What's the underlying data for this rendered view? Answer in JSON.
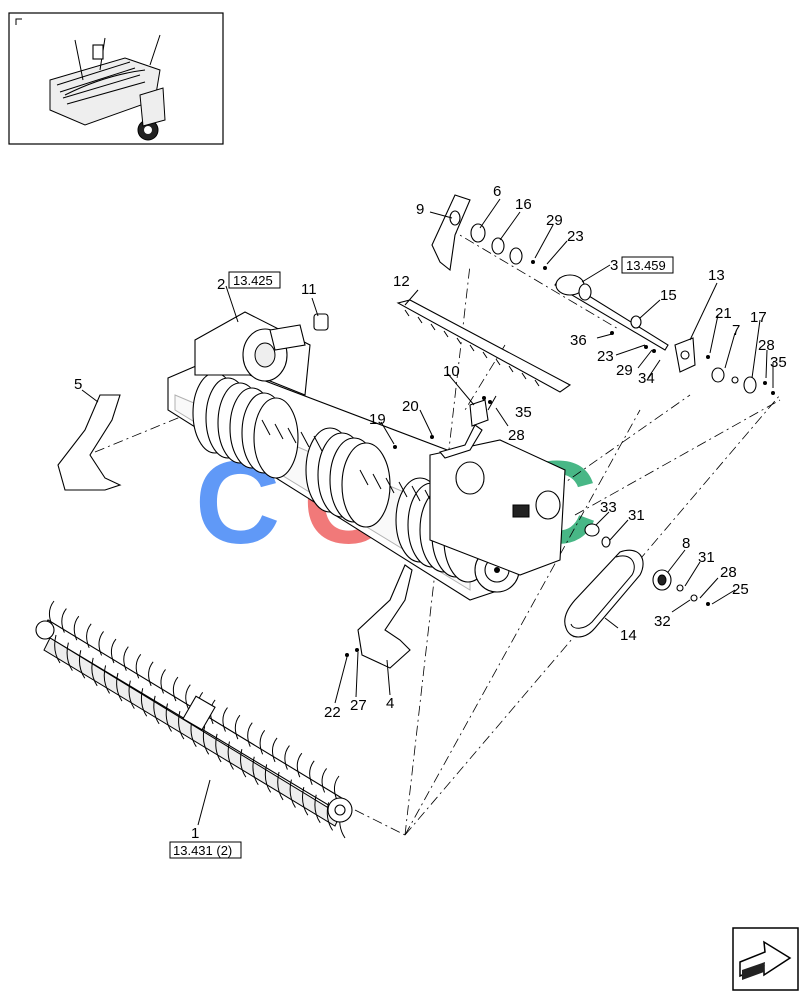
{
  "callouts": {
    "c1": "1",
    "c2": "2",
    "c3": "3",
    "c4": "4",
    "c5": "5",
    "c6": "6",
    "c7": "7",
    "c8": "8",
    "c9": "9",
    "c10": "10",
    "c11": "11",
    "c12": "12",
    "c13": "13",
    "c14": "14",
    "c15": "15",
    "c16": "16",
    "c17": "17",
    "c19": "19",
    "c20": "20",
    "c21": "21",
    "c22": "22",
    "c23a": "23",
    "c23b": "23",
    "c25": "25",
    "c27": "27",
    "c28a": "28",
    "c28b": "28",
    "c28c": "28",
    "c29a": "29",
    "c29b": "29",
    "c31a": "31",
    "c31b": "31",
    "c32": "32",
    "c33": "33",
    "c34": "34",
    "c35a": "35",
    "c35b": "35",
    "c36": "36"
  },
  "references": {
    "ref_2": "13.425",
    "ref_3": "13.459",
    "ref_1": "13.431 (2)"
  },
  "watermark": {
    "letters": [
      "C",
      "C",
      "C",
      "C"
    ],
    "colors": [
      "#4f8ef7",
      "#f06b6b",
      "#f7cf4a",
      "#35b07a"
    ]
  },
  "icons": {
    "overview": "machine-overview-icon",
    "nav": "next-page-arrow-icon"
  }
}
